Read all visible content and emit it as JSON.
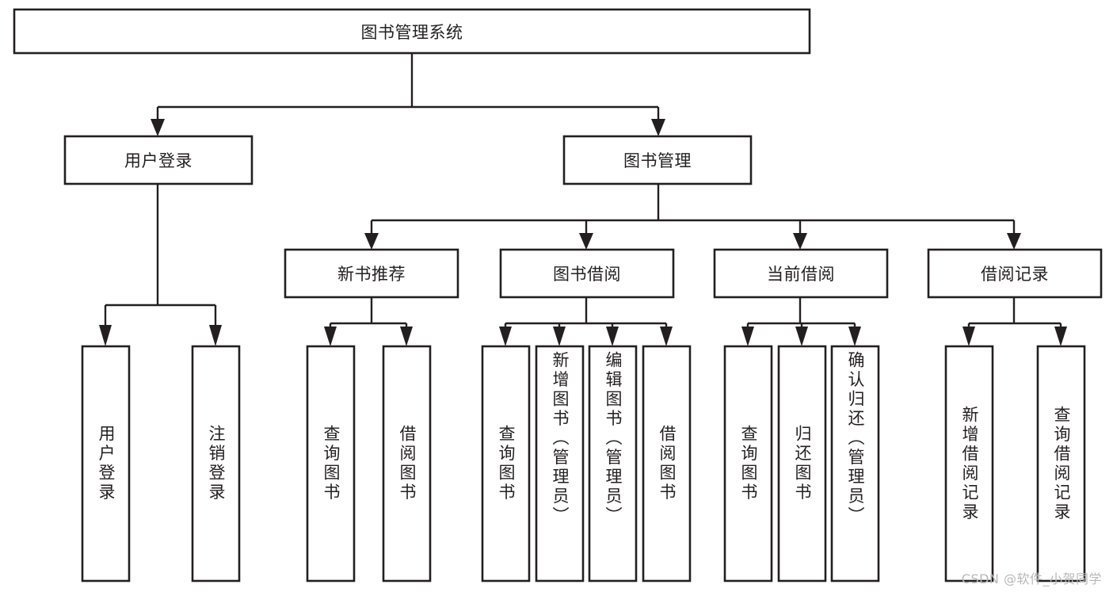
{
  "diagram": {
    "type": "tree-hierarchy",
    "title": "图书管理系统",
    "root": {
      "id": "root",
      "label": "图书管理系统",
      "orientation": "horizontal"
    },
    "level2": [
      {
        "id": "user-login",
        "label": "用户登录",
        "orientation": "horizontal"
      },
      {
        "id": "book-manage",
        "label": "图书管理",
        "orientation": "horizontal"
      }
    ],
    "level3": [
      {
        "id": "new-book-rec",
        "label": "新书推荐",
        "orientation": "horizontal",
        "parent": "book-manage"
      },
      {
        "id": "book-borrow",
        "label": "图书借阅",
        "orientation": "horizontal",
        "parent": "book-manage"
      },
      {
        "id": "current-borrow",
        "label": "当前借阅",
        "orientation": "horizontal",
        "parent": "book-manage"
      },
      {
        "id": "borrow-record",
        "label": "借阅记录",
        "orientation": "horizontal",
        "parent": "book-manage"
      }
    ],
    "leaves": [
      {
        "id": "leaf-user-login",
        "label": "用户登录",
        "orientation": "vertical",
        "parent": "user-login"
      },
      {
        "id": "leaf-logout",
        "label": "注销登录",
        "orientation": "vertical",
        "parent": "user-login"
      },
      {
        "id": "leaf-query-book-1",
        "label": "查询图书",
        "orientation": "vertical",
        "parent": "new-book-rec"
      },
      {
        "id": "leaf-borrow-book-1",
        "label": "借阅图书",
        "orientation": "vertical",
        "parent": "new-book-rec"
      },
      {
        "id": "leaf-query-book-2",
        "label": "查询图书",
        "orientation": "vertical",
        "parent": "book-borrow"
      },
      {
        "id": "leaf-add-book",
        "label": "新增图书（管理员）",
        "orientation": "vertical",
        "parent": "book-borrow"
      },
      {
        "id": "leaf-edit-book",
        "label": "编辑图书（管理员）",
        "orientation": "vertical",
        "parent": "book-borrow"
      },
      {
        "id": "leaf-borrow-book-2",
        "label": "借阅图书",
        "orientation": "vertical",
        "parent": "book-borrow"
      },
      {
        "id": "leaf-query-book-3",
        "label": "查询图书",
        "orientation": "vertical",
        "parent": "current-borrow"
      },
      {
        "id": "leaf-return-book",
        "label": "归还图书",
        "orientation": "vertical",
        "parent": "current-borrow"
      },
      {
        "id": "leaf-confirm-return",
        "label": "确认归还（管理员）",
        "orientation": "vertical",
        "parent": "current-borrow"
      },
      {
        "id": "leaf-add-record",
        "label": "新增借阅记录",
        "orientation": "vertical",
        "parent": "borrow-record"
      },
      {
        "id": "leaf-query-record",
        "label": "查询借阅记录",
        "orientation": "vertical",
        "parent": "borrow-record"
      }
    ]
  },
  "watermark": {
    "text": "CSDN @软件_小贺同学"
  },
  "colors": {
    "stroke": "#231f20",
    "fill": "#ffffff",
    "text": "#231f20",
    "watermark": "#b8b8b8"
  }
}
